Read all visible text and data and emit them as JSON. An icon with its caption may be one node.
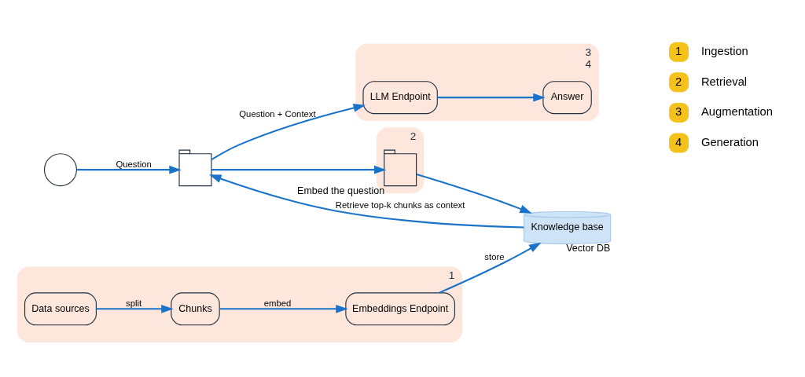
{
  "diagram": {
    "nodes": [
      {
        "text": [],
        "shape": "person"
      },
      {
        "text": [],
        "shape": "picture"
      },
      {
        "text": [
          "3",
          "4"
        ]
      },
      {
        "text": [
          "LLM Endpoint"
        ],
        "in": 2
      },
      {
        "text": [
          "Answer"
        ],
        "in": 2
      },
      {
        "text": [
          "2"
        ]
      },
      {
        "text": [],
        "shape": "picture",
        "in": 5,
        "beside": [
          "Embed the question"
        ]
      },
      {
        "text": [
          "Knowledge base"
        ],
        "beside": [
          "Vector DB"
        ]
      },
      {
        "text": [
          "1"
        ]
      },
      {
        "text": [
          "Embeddings Endpoint"
        ],
        "in": 8
      },
      {
        "text": [
          "Chunks"
        ],
        "in": 8
      },
      {
        "text": [
          "Data sources"
        ],
        "in": 8
      }
    ],
    "edges": [
      {
        "from": 0,
        "to": 1,
        "arrow": "to",
        "label": "Question"
      },
      {
        "from": 1,
        "to": 3,
        "arrow": "to",
        "label": "Question + Context"
      },
      {
        "from": 3,
        "to": 4,
        "arrow": "to"
      },
      {
        "from": 1,
        "to": 6,
        "arrow": "to"
      },
      {
        "from": 6,
        "to": 7,
        "arrow": "to"
      },
      {
        "from": 7,
        "to": 1,
        "arrow": "to",
        "label": "Retrieve top-k chunks as context"
      },
      {
        "from": 11,
        "to": 10,
        "arrow": "to",
        "label": "split"
      },
      {
        "from": 10,
        "to": 9,
        "arrow": "to",
        "label": "embed"
      },
      {
        "from": 9,
        "to": 7,
        "arrow": "to",
        "label": "store"
      }
    ],
    "labels": [
      "1",
      "2",
      "3",
      "4"
    ],
    "legend": [
      {
        "text": "Ingestion",
        "color": "#f5c21b"
      },
      {
        "text": "Retrieval",
        "color": "#f5c21b"
      },
      {
        "text": "Augmentation",
        "color": "#f5c21b"
      },
      {
        "text": "Generation",
        "color": "#f5c21b"
      }
    ]
  }
}
